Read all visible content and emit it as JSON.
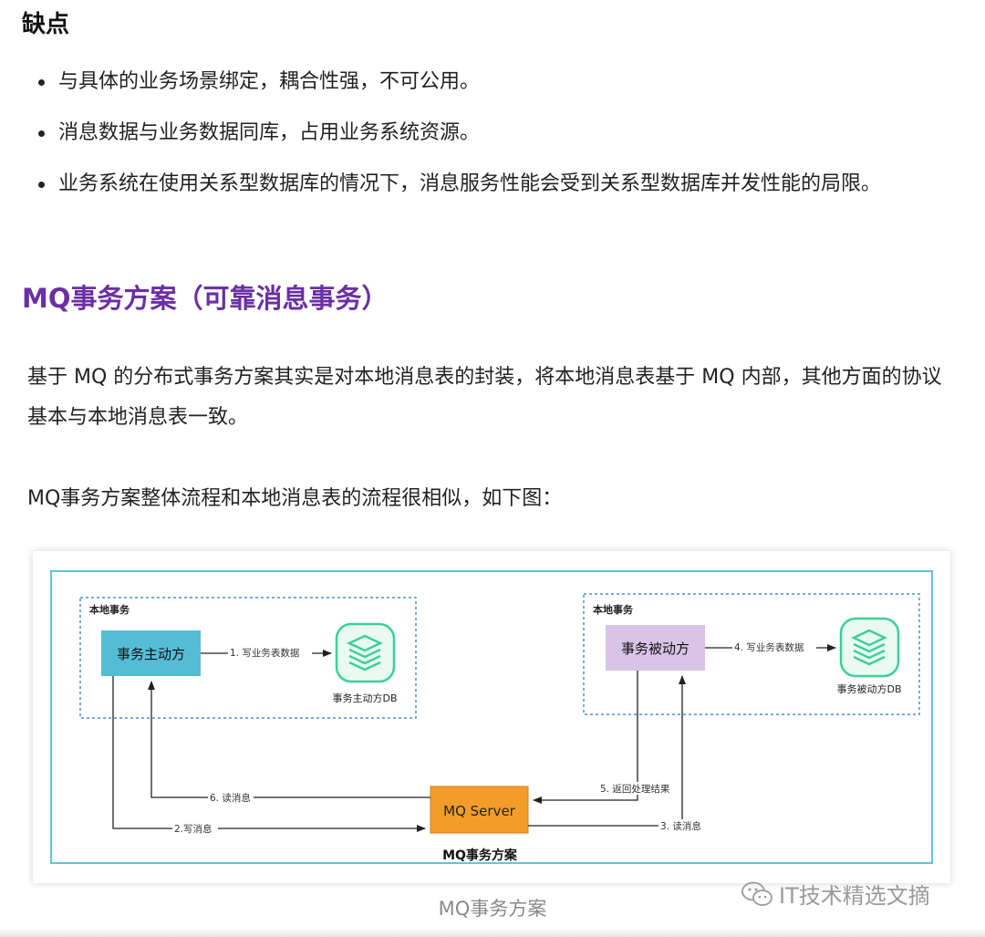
{
  "cons": {
    "heading": "缺点",
    "items": [
      "与具体的业务场景绑定，耦合性强，不可公用。",
      "消息数据与业务数据同库，占用业务系统资源。",
      "业务系统在使用关系型数据库的情况下，消息服务性能会受到关系型数据库并发性能的局限。"
    ]
  },
  "mq_section": {
    "heading": "MQ事务方案（可靠消息事务）",
    "para1": "基于 MQ 的分布式事务方案其实是对本地消息表的封装，将本地消息表基于 MQ 内部，其他方面的协议基本与本地消息表一致。",
    "para2": "MQ事务方案整体流程和本地消息表的流程很相似，如下图："
  },
  "diagram": {
    "left_group_label": "本地事务",
    "right_group_label": "本地事务",
    "initiator": "事务主动方",
    "participant": "事务被动方",
    "initiator_db": "事务主动方DB",
    "participant_db": "事务被动方DB",
    "server": "MQ Server",
    "title": "MQ事务方案",
    "steps": {
      "s1": "1. 写业务表数据",
      "s2": "2.写消息",
      "s3": "3. 读消息",
      "s4": "4. 写业务表数据",
      "s5": "5. 返回处理结果",
      "s6": "6. 读消息"
    },
    "colors": {
      "initiator": "#55bcd6",
      "participant": "#d9c3e6",
      "server": "#f39c2a",
      "frame": "#5ec6d8",
      "db": "#3dcf9a"
    }
  },
  "caption": "MQ事务方案",
  "watermark": "IT技术精选文摘"
}
